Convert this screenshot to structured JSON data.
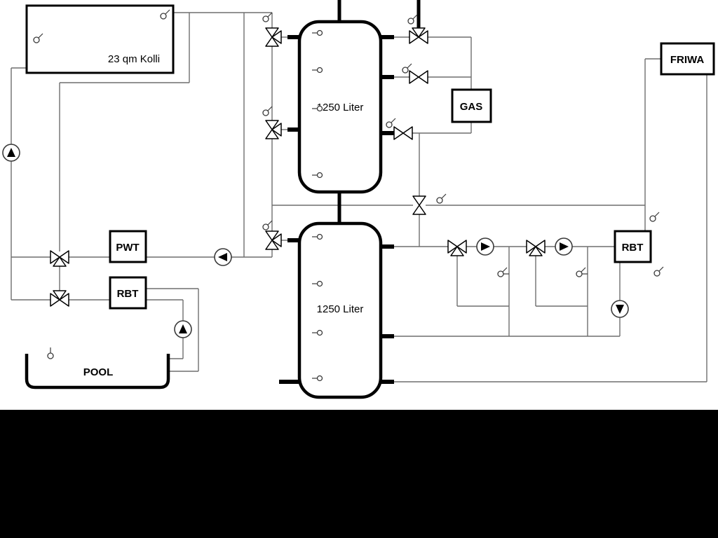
{
  "labels": {
    "collector": "23 qm Kolli",
    "tank1": "1250 Liter",
    "tank2": "1250 Liter",
    "gas": "GAS",
    "friwa": "FRIWA",
    "pwt": "PWT",
    "rbt_left": "RBT",
    "rbt_right": "RBT",
    "pool": "POOL"
  },
  "colors": {
    "background": "#ffffff",
    "letterbox": "#000000",
    "pipe_gray": "#6e6e6e",
    "component_black": "#000000"
  },
  "symbols": {
    "pumps": [
      {
        "name": "pump-collector",
        "direction": "up"
      },
      {
        "name": "pump-tank-charge",
        "direction": "left"
      },
      {
        "name": "pump-pool",
        "direction": "up"
      },
      {
        "name": "pump-heating-circuit-1",
        "direction": "right"
      },
      {
        "name": "pump-heating-circuit-2",
        "direction": "right"
      },
      {
        "name": "pump-dhw-return",
        "direction": "down"
      }
    ],
    "valve_count": 11,
    "sensor_count": 22
  }
}
